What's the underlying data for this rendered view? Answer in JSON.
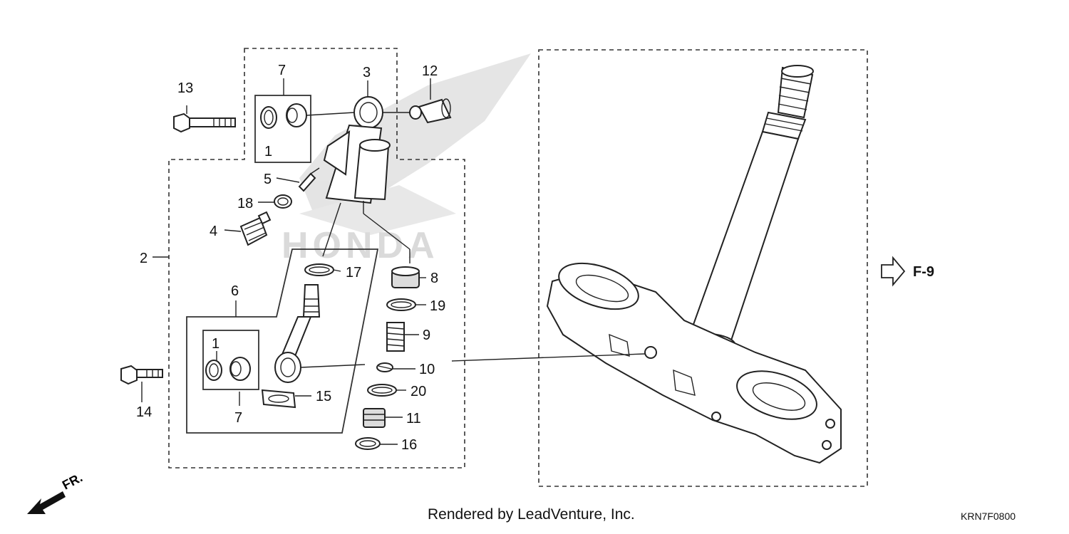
{
  "callouts": {
    "c1a": "1",
    "c1b": "1",
    "c2": "2",
    "c3": "3",
    "c4": "4",
    "c5": "5",
    "c6": "6",
    "c7a": "7",
    "c7b": "7",
    "c8": "8",
    "c9": "9",
    "c10": "10",
    "c11": "11",
    "c12": "12",
    "c13": "13",
    "c14": "14",
    "c15": "15",
    "c16": "16",
    "c17": "17",
    "c18": "18",
    "c19": "19",
    "c20": "20"
  },
  "watermark": {
    "text": "HONDA",
    "color": "#c8c8c8"
  },
  "ref_label": "F-9",
  "front_indicator": "FR.",
  "credit": "Rendered by LeadVenture, Inc.",
  "diagram_code": "KRN7F0800"
}
